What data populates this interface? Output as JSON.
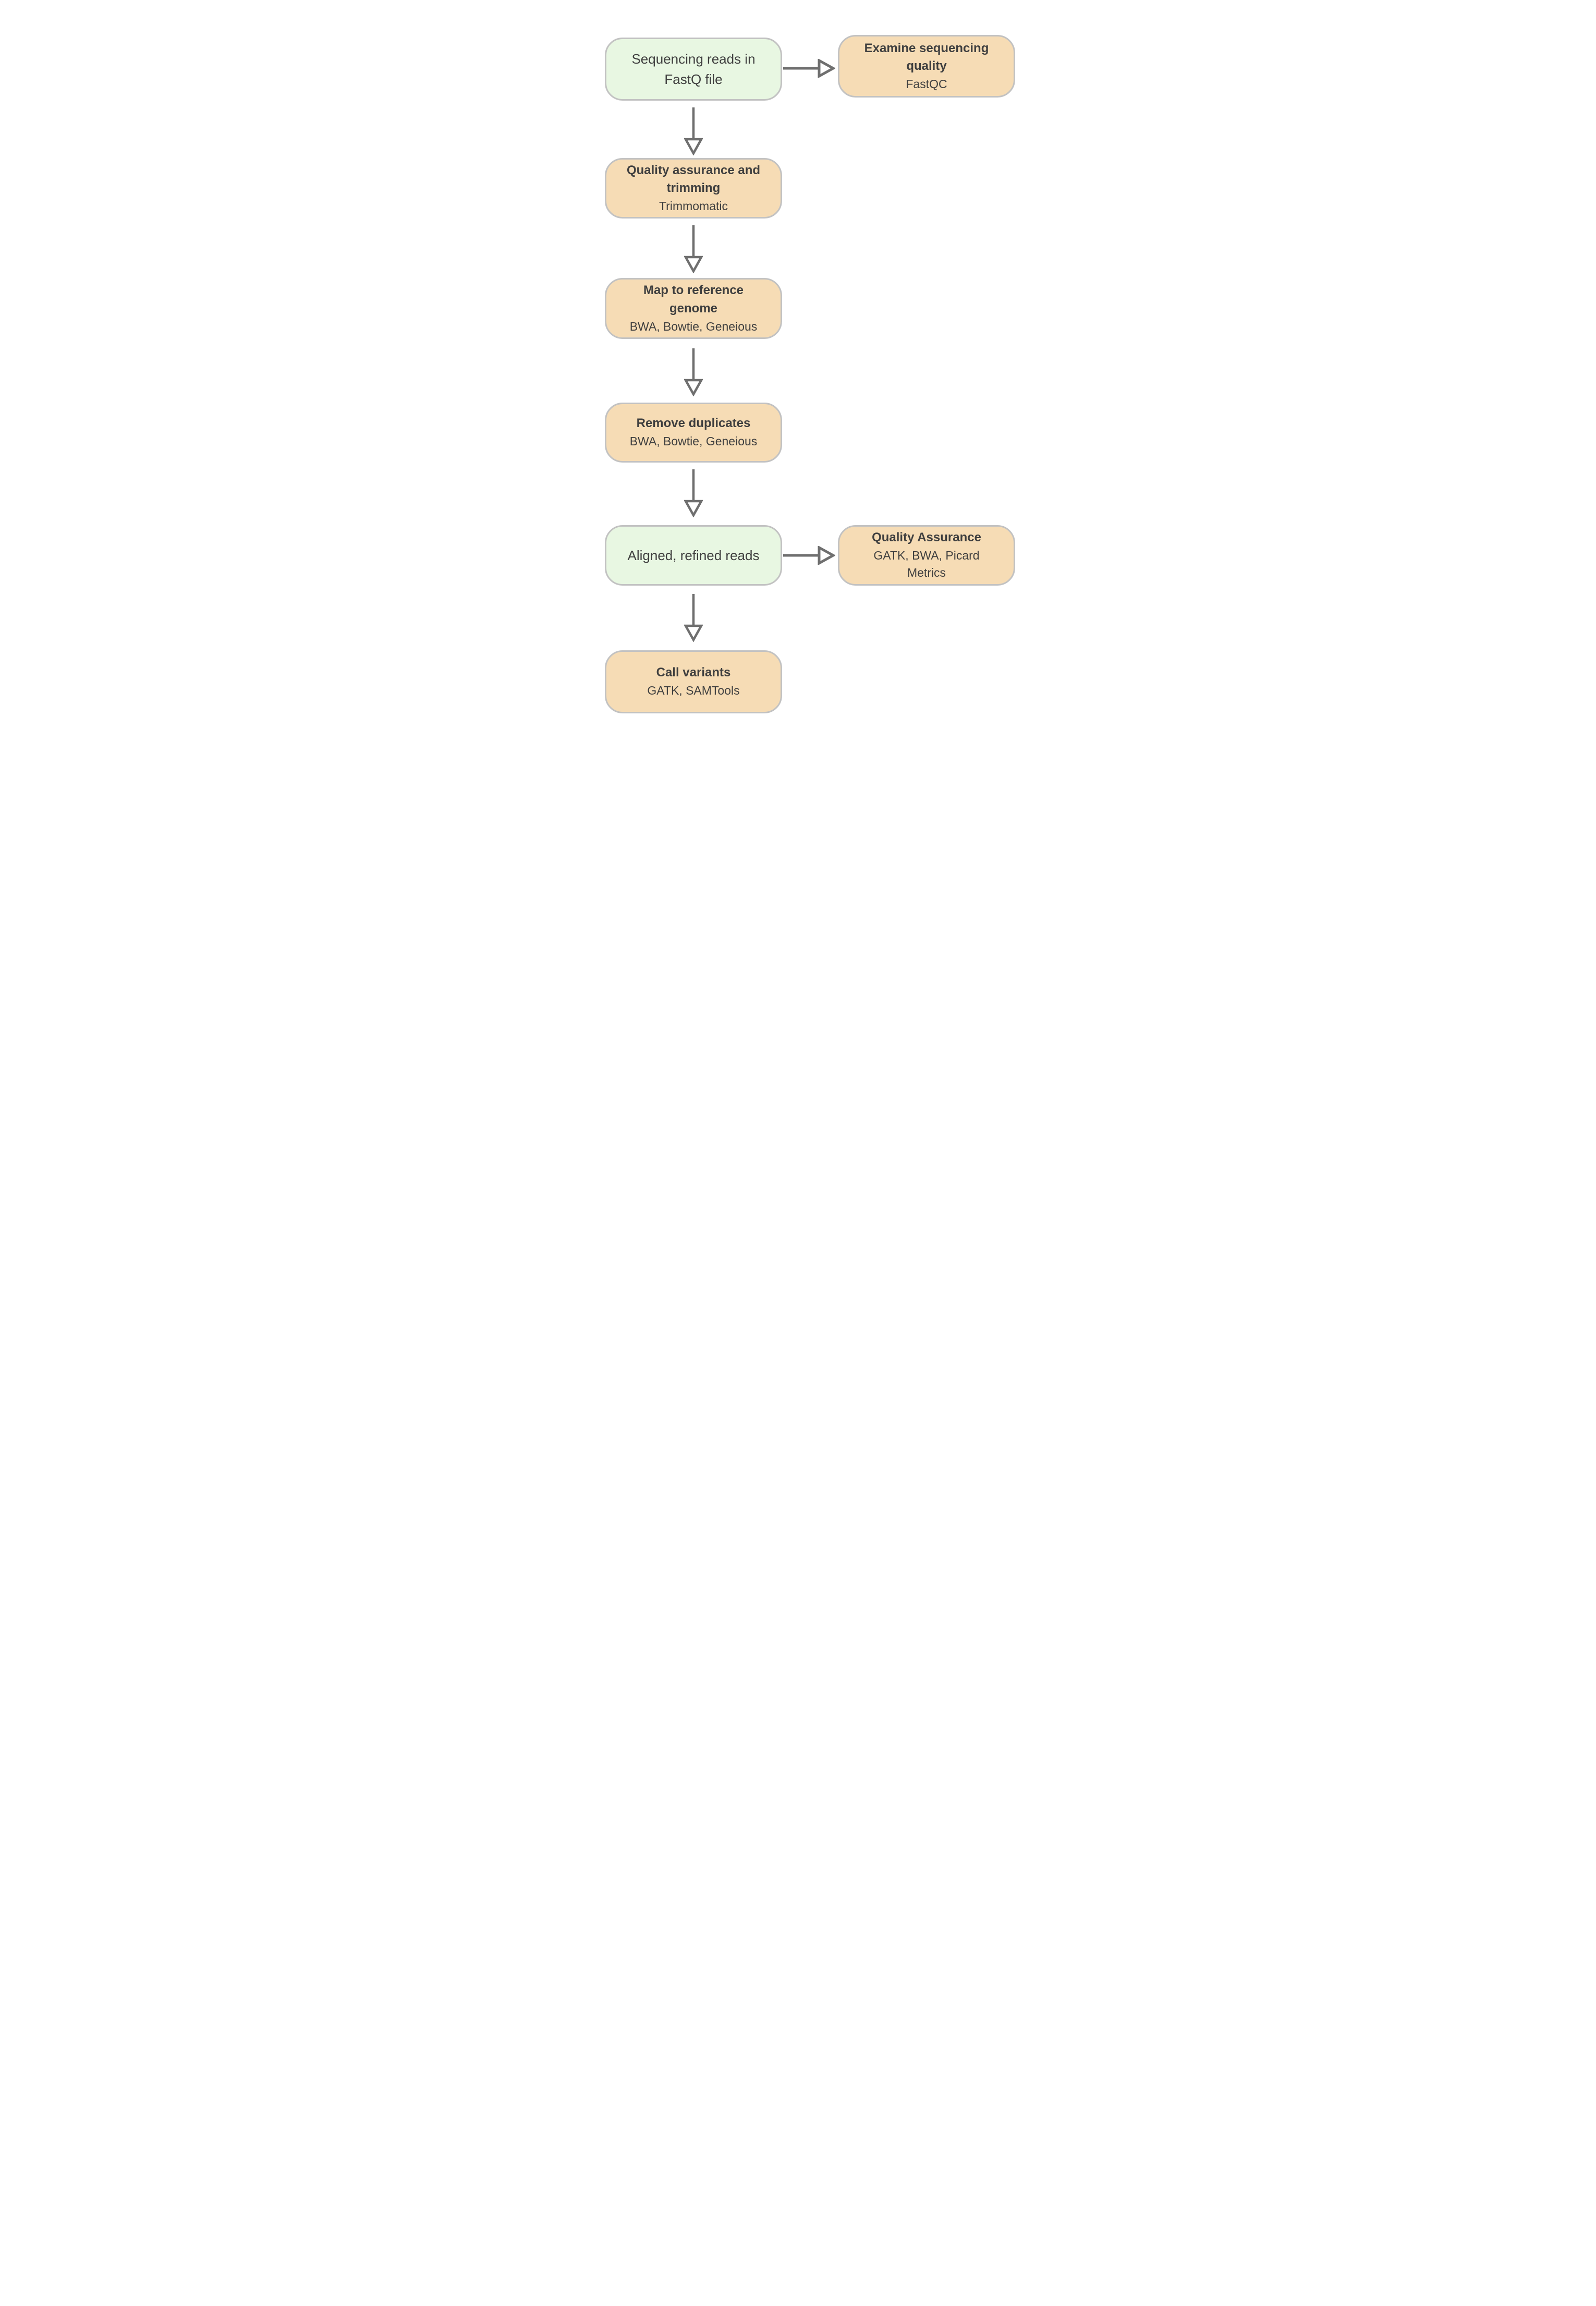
{
  "colors": {
    "green_fill": "#e8f7e2",
    "orange_fill": "#f6dcb5",
    "node_border": "#c2c2c2",
    "arrow": "#6f6f6f",
    "text": "#3f3f3f",
    "background": "#ffffff"
  },
  "diagram": {
    "type": "flowchart",
    "nodes": [
      {
        "id": "sequencing-reads-fastq",
        "kind": "input",
        "label": "Sequencing reads in FastQ file"
      },
      {
        "id": "examine-sequencing-quality",
        "kind": "process",
        "title": "Examine sequencing quality",
        "subtitle": "FastQC"
      },
      {
        "id": "quality-assurance-trimming",
        "kind": "process",
        "title": "Quality assurance and trimming",
        "subtitle": "Trimmomatic"
      },
      {
        "id": "map-to-reference-genome",
        "kind": "process",
        "title": "Map to reference genome",
        "subtitle": "BWA, Bowtie, Geneious"
      },
      {
        "id": "remove-duplicates",
        "kind": "process",
        "title": "Remove duplicates",
        "subtitle": "BWA, Bowtie, Geneious"
      },
      {
        "id": "aligned-refined-reads",
        "kind": "input",
        "label": "Aligned, refined reads"
      },
      {
        "id": "quality-assurance",
        "kind": "process",
        "title": "Quality Assurance",
        "subtitle": "GATK, BWA, Picard Metrics"
      },
      {
        "id": "call-variants",
        "kind": "process",
        "title": "Call variants",
        "subtitle": "GATK, SAMTools"
      }
    ],
    "edges": [
      {
        "from": "sequencing-reads-fastq",
        "to": "examine-sequencing-quality",
        "direction": "right"
      },
      {
        "from": "sequencing-reads-fastq",
        "to": "quality-assurance-trimming",
        "direction": "down"
      },
      {
        "from": "quality-assurance-trimming",
        "to": "map-to-reference-genome",
        "direction": "down"
      },
      {
        "from": "map-to-reference-genome",
        "to": "remove-duplicates",
        "direction": "down"
      },
      {
        "from": "remove-duplicates",
        "to": "aligned-refined-reads",
        "direction": "down"
      },
      {
        "from": "aligned-refined-reads",
        "to": "quality-assurance",
        "direction": "right"
      },
      {
        "from": "aligned-refined-reads",
        "to": "call-variants",
        "direction": "down"
      }
    ]
  }
}
